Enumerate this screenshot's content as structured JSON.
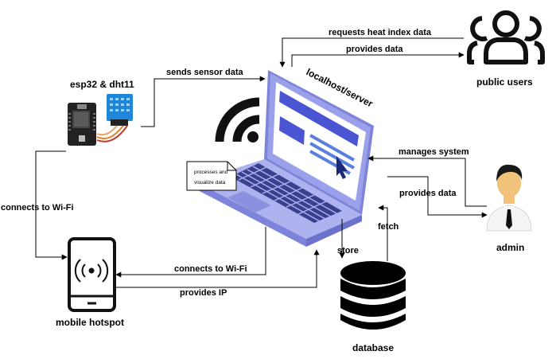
{
  "nodes": {
    "esp32": "esp32 & dht11",
    "server": "localhost/server",
    "public_users": "public users",
    "admin": "admin",
    "hotspot": "mobile hotspot",
    "database": "database"
  },
  "note": {
    "line1": "processes and",
    "line2": "visualize data"
  },
  "edges": {
    "sends_sensor_data": "sends sensor data",
    "requests_heat_index": "requests heat index data",
    "provides_data_users": "provides data",
    "manages_system": "manages system",
    "provides_data_admin": "provides data",
    "connects_wifi_esp": "connects to Wi-Fi",
    "connects_wifi_server": "connects to Wi-Fi",
    "provides_ip": "provides IP",
    "store": "store",
    "fetch": "fetch"
  }
}
